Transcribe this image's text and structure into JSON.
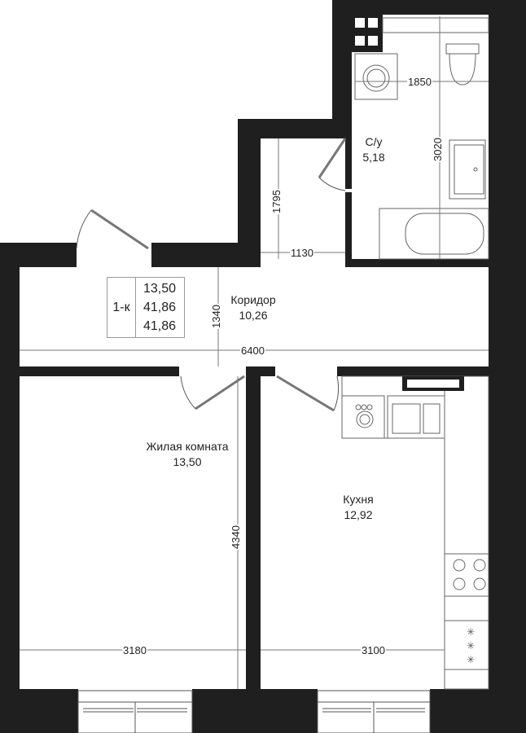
{
  "plan": {
    "unit_type": "1-к",
    "areas": [
      "13,50",
      "41,86",
      "41,86"
    ],
    "rooms": {
      "bathroom": {
        "name": "С/у",
        "area": "5,18"
      },
      "corridor": {
        "name": "Коридор",
        "area": "10,26"
      },
      "living": {
        "name": "Жилая комната",
        "area": "13,50"
      },
      "kitchen": {
        "name": "Кухня",
        "area": "12,92"
      }
    },
    "dimensions": {
      "bath_width": "1850",
      "bath_length": "3020",
      "hall_depth": "1795",
      "hall_width": "1130",
      "corridor_depth": "1340",
      "total_width": "6400",
      "room_length": "4340",
      "living_width": "3180",
      "kitchen_width": "3100"
    },
    "colors": {
      "wall": "#1f1f1f",
      "fixture_line": "#666666",
      "dimension_line": "#777777"
    }
  }
}
